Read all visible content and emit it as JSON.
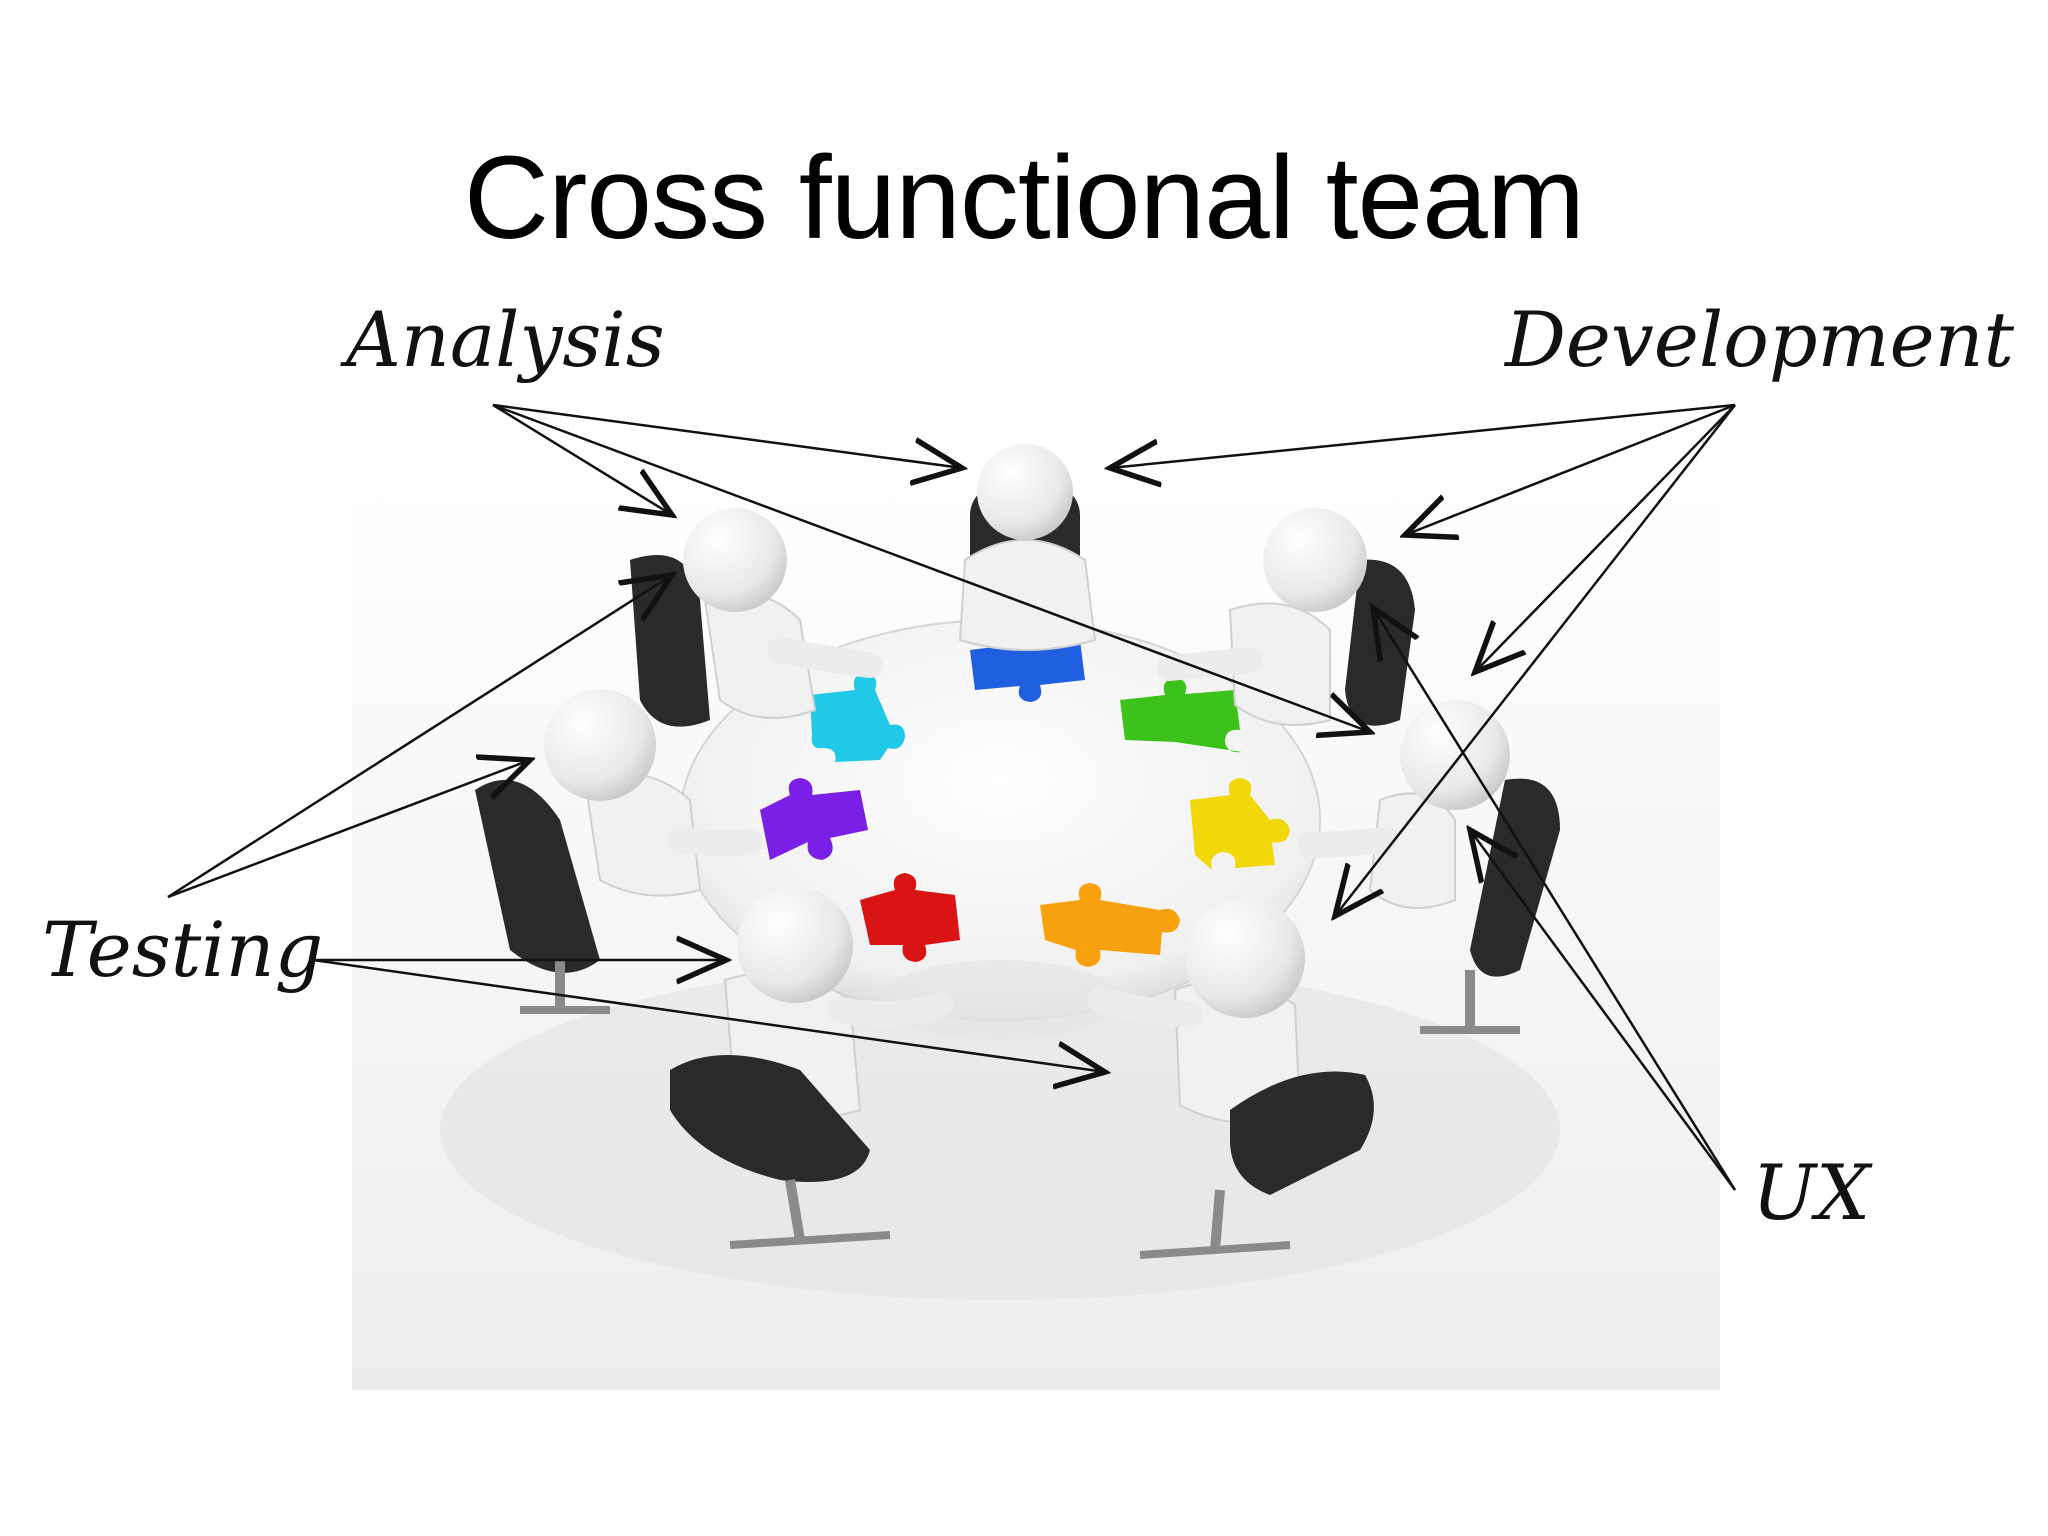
{
  "slide": {
    "title": "Cross functional team",
    "labels": {
      "analysis": "Analysis",
      "development": "Development",
      "testing": "Testing",
      "ux": "UX"
    }
  },
  "colors": {
    "puzzle_blue": "#1f5fe0",
    "puzzle_cyan": "#22c9e6",
    "puzzle_green": "#3dc21c",
    "puzzle_purple": "#7a1fe6",
    "puzzle_yellow": "#f2d80a",
    "puzzle_red": "#d81414",
    "puzzle_orange": "#f7a10f",
    "chair": "#2a2a2a",
    "figure": "#f1f1f1"
  }
}
